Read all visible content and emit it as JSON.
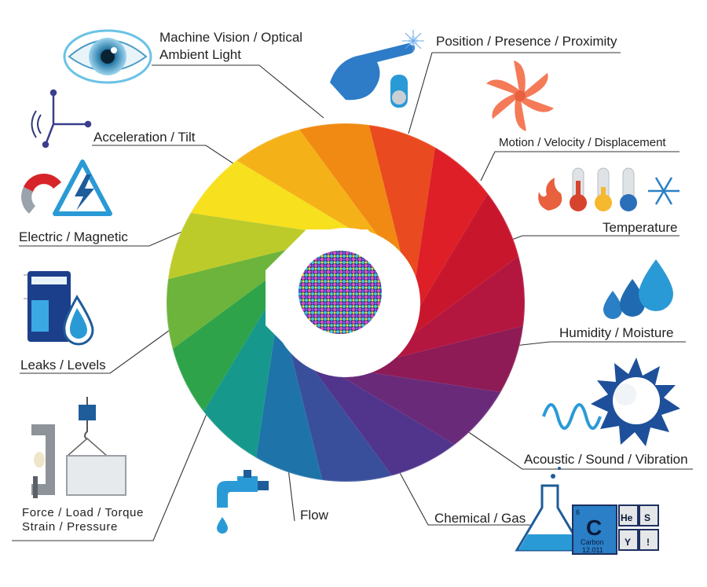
{
  "labels": {
    "machine_vision_line1": "Machine Vision / Optical",
    "machine_vision_line2": "Ambient Light",
    "position": "Position / Presence / Proximity",
    "acceleration": "Acceleration / Tilt",
    "motion": "Motion / Velocity / Displacement",
    "electric": "Electric / Magnetic",
    "temperature": "Temperature",
    "leaks": "Leaks / Levels",
    "humidity": "Humidity / Moisture",
    "acoustic": "Acoustic / Sound / Vibration",
    "force_line1": "Force / Load / Torque",
    "force_line2": "Strain / Pressure",
    "flow": "Flow",
    "chemical": "Chemical / Gas"
  },
  "periodic": {
    "carbon_symbol": "C",
    "carbon_name": "Carbon",
    "carbon_mass": "12.011",
    "carbon_number": "6",
    "tile_he": "He",
    "tile_s": "S",
    "tile_y": "Y",
    "tile_bang": "!"
  },
  "colors": {
    "wheel": [
      "#f7e01e",
      "#f5b118",
      "#f08a13",
      "#ea4a1f",
      "#de1f27",
      "#c8172d",
      "#b3163e",
      "#8e1b55",
      "#6a2a7a",
      "#51358c",
      "#3a4f9c",
      "#1e74a8",
      "#16988c",
      "#2ea34a",
      "#6cb43b",
      "#bccb2a"
    ],
    "icon_blue": "#2a9ad6",
    "icon_dark": "#1e5c9a"
  }
}
